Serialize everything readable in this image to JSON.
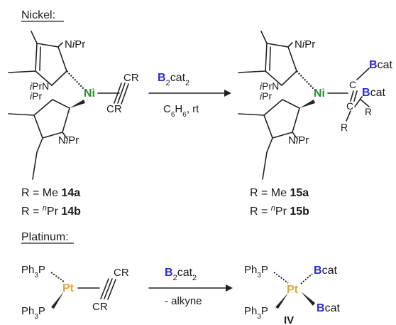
{
  "sections": {
    "nickel": "Nickel:",
    "platinum": "Platinum:"
  },
  "atoms": {
    "ni": "Ni",
    "pt": "Pt",
    "b": "B",
    "cat": "cat",
    "cr": "CR",
    "r": "R",
    "c": "C",
    "n": "N",
    "ipr": "iPr",
    "i": "i",
    "pr": "Pr",
    "ph3p": "Ph3P",
    "ph": "Ph",
    "three": "3",
    "p": "P"
  },
  "reagents": {
    "reagent_b": "B",
    "reagent_sub": "2",
    "reagent_cat": "cat",
    "reagent_cat_sub": "2",
    "solvent": "C",
    "solvent_6a": "6",
    "solvent_h": "H",
    "solvent_6b": "6",
    "solvent_rt": ", rt",
    "pt_condition": "- alkyne"
  },
  "labels": {
    "r_eq": "R = ",
    "me": "Me",
    "pr_sup": "n",
    "pr": "Pr",
    "c14a": "14a",
    "c14b": "14b",
    "c15a": "15a",
    "c15b": "15b",
    "iv": "IV"
  },
  "colors": {
    "nickel": "#2e8b2e",
    "platinum": "#e8a33a",
    "boron": "#2a2ad6",
    "bond": "#222222"
  }
}
